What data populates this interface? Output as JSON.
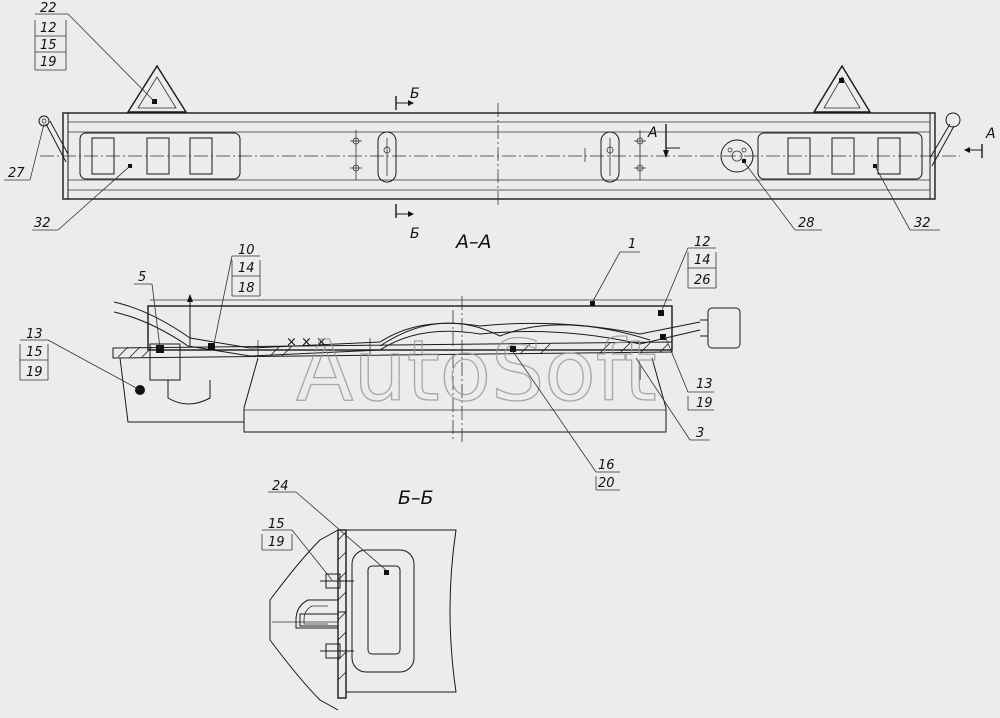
{
  "watermark": "AutoSoft",
  "view_titles": {
    "section_aa": "А–А",
    "section_bb": "Б–Б"
  },
  "section_marks": {
    "b_top": "Б",
    "b_bottom": "Б",
    "a_left": "А",
    "a_right": "А"
  },
  "callouts": {
    "c22": "22",
    "c12a": "12",
    "c15a": "15",
    "c19a": "19",
    "c27": "27",
    "c32a": "32",
    "c28": "28",
    "c32b": "32",
    "c1": "1",
    "c5": "5",
    "c10": "10",
    "c14a": "14",
    "c18": "18",
    "c12b": "12",
    "c14b": "14",
    "c26": "26",
    "c13a": "13",
    "c15b": "15",
    "c19b": "19",
    "c13b": "13",
    "c19c": "19",
    "c3": "3",
    "c16": "16",
    "c20": "20",
    "c24": "24",
    "c15c": "15",
    "c19d": "19"
  }
}
